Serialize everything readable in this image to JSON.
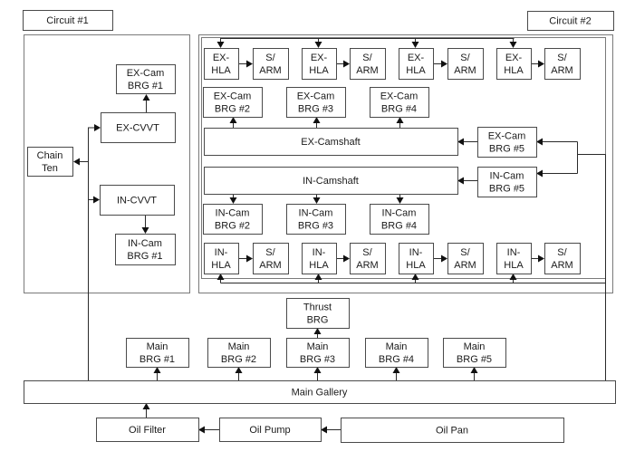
{
  "diagram": {
    "title": "Engine lubrication oil circuit",
    "circuit1_label": "Circuit #1",
    "circuit2_label": "Circuit #2",
    "circuit1": {
      "ex_cam_brg1": [
        "EX-Cam",
        "BRG #1"
      ],
      "ex_cvvt": [
        "EX-CVVT"
      ],
      "chain_ten": [
        "Chain",
        "Ten"
      ],
      "in_cvvt": [
        "IN-CVVT"
      ],
      "in_cam_brg1": [
        "IN-Cam",
        "BRG #1"
      ]
    },
    "circuit2": {
      "ex_hla_row": [
        {
          "hla": [
            "EX-",
            "HLA"
          ],
          "arm": [
            "S/",
            "ARM"
          ]
        },
        {
          "hla": [
            "EX-",
            "HLA"
          ],
          "arm": [
            "S/",
            "ARM"
          ]
        },
        {
          "hla": [
            "EX-",
            "HLA"
          ],
          "arm": [
            "S/",
            "ARM"
          ]
        },
        {
          "hla": [
            "EX-",
            "HLA"
          ],
          "arm": [
            "S/",
            "ARM"
          ]
        }
      ],
      "ex_cam_brgs": [
        [
          "EX-Cam",
          "BRG #2"
        ],
        [
          "EX-Cam",
          "BRG #3"
        ],
        [
          "EX-Cam",
          "BRG #4"
        ]
      ],
      "ex_camshaft": [
        "EX-Camshaft"
      ],
      "ex_cam_brg5": [
        "EX-Cam",
        "BRG #5"
      ],
      "in_camshaft": [
        "IN-Camshaft"
      ],
      "in_cam_brg5": [
        "IN-Cam",
        "BRG #5"
      ],
      "in_cam_brgs": [
        [
          "IN-Cam",
          "BRG #2"
        ],
        [
          "IN-Cam",
          "BRG #3"
        ],
        [
          "IN-Cam",
          "BRG #4"
        ]
      ],
      "in_hla_row": [
        {
          "hla": [
            "IN-",
            "HLA"
          ],
          "arm": [
            "S/",
            "ARM"
          ]
        },
        {
          "hla": [
            "IN-",
            "HLA"
          ],
          "arm": [
            "S/",
            "ARM"
          ]
        },
        {
          "hla": [
            "IN-",
            "HLA"
          ],
          "arm": [
            "S/",
            "ARM"
          ]
        },
        {
          "hla": [
            "IN-",
            "HLA"
          ],
          "arm": [
            "S/",
            "ARM"
          ]
        }
      ]
    },
    "thrust_brg": [
      "Thrust",
      "BRG"
    ],
    "main_brgs": [
      [
        "Main",
        "BRG #1"
      ],
      [
        "Main",
        "BRG #2"
      ],
      [
        "Main",
        "BRG #3"
      ],
      [
        "Main",
        "BRG #4"
      ],
      [
        "Main",
        "BRG #5"
      ]
    ],
    "main_gallery": [
      "Main Gallery"
    ],
    "oil_filter": [
      "Oil Filter"
    ],
    "oil_pump": [
      "Oil Pump"
    ],
    "oil_pan": [
      "Oil Pan"
    ]
  }
}
